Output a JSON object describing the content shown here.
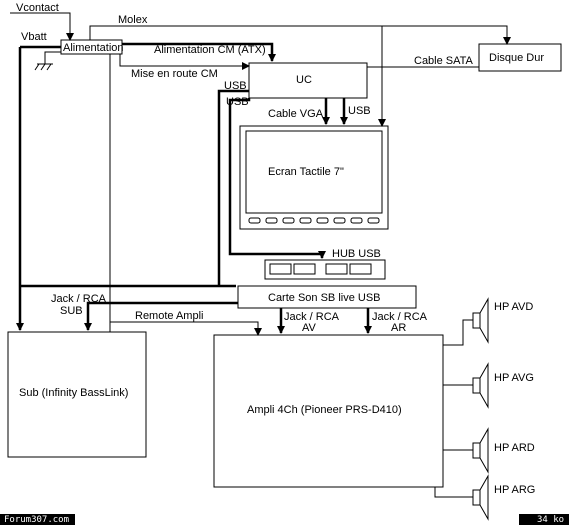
{
  "labels": {
    "vcontact": "Vcontact",
    "vbatt": "Vbatt",
    "molex": "Molex",
    "alimentation": "Alimentation",
    "alim_cm": "Alimentation CM (ATX)",
    "mise_en_route": "Mise en route CM",
    "uc": "UC",
    "cable_sata": "Cable SATA",
    "disque_dur": "Disque Dur",
    "usb_1": "USB",
    "usb_2": "USB",
    "usb_3": "USB",
    "cable_vga": "Cable VGA",
    "ecran": "Ecran Tactile 7\"",
    "hub_usb": "HUB USB",
    "carte_son": "Carte Son SB live USB",
    "jack_sub_1": "Jack / RCA",
    "jack_sub_2": "SUB",
    "remote_ampli": "Remote Ampli",
    "jack_av_1": "Jack / RCA",
    "jack_av_2": "AV",
    "jack_ar_1": "Jack / RCA",
    "jack_ar_2": "AR",
    "sub": "Sub  (Infinity BassLink)",
    "ampli": "Ampli 4Ch  (Pioneer PRS-D410)",
    "hp_avd": "HP AVD",
    "hp_avg": "HP AVG",
    "hp_ard": "HP ARD",
    "hp_arg": "HP ARG"
  },
  "footer": {
    "left": "Forum307.com",
    "right": "34 ko"
  }
}
